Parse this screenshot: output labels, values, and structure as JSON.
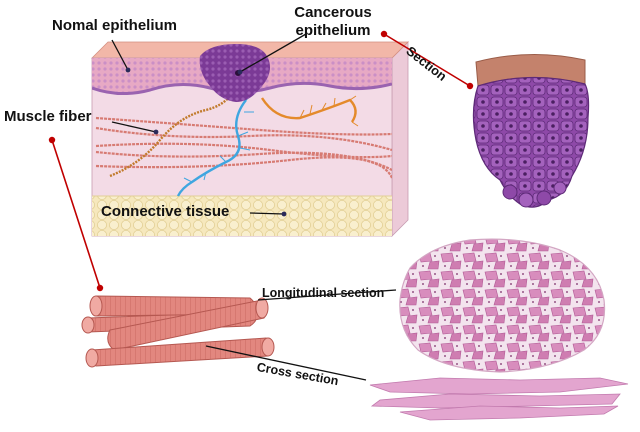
{
  "labels": {
    "normal_epithelium": "Nomal epithelium",
    "cancerous_line1": "Cancerous",
    "cancerous_line2": "epithelium",
    "section": "Section",
    "muscle_fiber": "Muscle fiber",
    "connective_tissue": "Connective tissue",
    "longitudinal_section": "Longitudinal section",
    "cross_section": "Cross section"
  },
  "colors": {
    "epithelium_pink": "#e7a9c4",
    "basal_purple": "#9a63b0",
    "tumor_purple": "#7b3a96",
    "tissue_bg": "#f3dbe6",
    "muscle_red": "#d77b73",
    "nerve_blue": "#3fa6e0",
    "nerve_orange": "#e48a2b",
    "connective_yellow": "#f4e4b0",
    "pointer_red": "#c00000",
    "cross_section_pink": "#e3a5cf"
  }
}
